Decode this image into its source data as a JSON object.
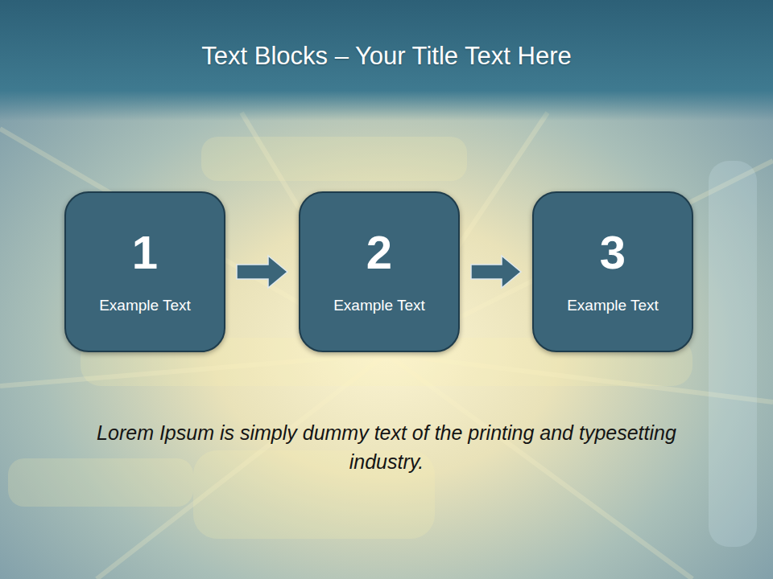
{
  "diagram": {
    "title": "Text Blocks – Your Title Text Here",
    "nodes": [
      {
        "text": [
          "1",
          "Example Text"
        ]
      },
      {
        "text": [
          "2",
          "Example Text"
        ]
      },
      {
        "text": [
          "3",
          "Example Text"
        ]
      }
    ],
    "edges": [
      {
        "from": 0,
        "to": 1,
        "arrow": "to"
      },
      {
        "from": 1,
        "to": 2,
        "arrow": "to"
      }
    ],
    "caption": "Lorem Ipsum is simply dummy text of the printing and typesetting industry."
  }
}
